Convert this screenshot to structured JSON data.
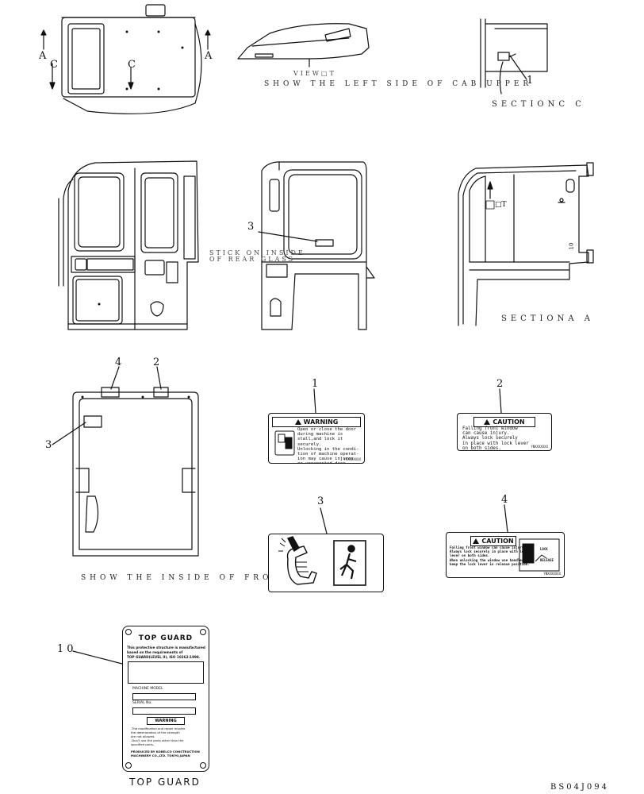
{
  "view_top": {
    "marker_a_left": "A",
    "marker_a_right": "A",
    "marker_c_left": "C",
    "marker_c_right": "C"
  },
  "view_side": {
    "caption_1": "VIEW□T",
    "caption_2": "SHOW THE LEFT SIDE OF CAB UPPER"
  },
  "section_c": {
    "callout": "1",
    "caption": "SECTIONC C"
  },
  "rear_view": {
    "callout": "3",
    "note_1": "STICK ON INSIDE",
    "note_2": "OF REAR GLASS"
  },
  "section_a": {
    "marker": "□T",
    "caption": "SECTIONA A",
    "part_mark": "10"
  },
  "front_window": {
    "callout_4": "4",
    "callout_2": "2",
    "callout_3": "3",
    "caption": "SHOW THE INSIDE OF FRONT WINDOW"
  },
  "decal_1": {
    "callout": "1",
    "header": "WARNING",
    "body": "Open or close the door\nduring machine is\nstall,and lock it\nsecurely.\nUnlocking in the condi-\ntion of machine operat-\nion may cause injures\nor unexpected door\nmovement.",
    "part_no": "Y9XXXXXXX"
  },
  "decal_2": {
    "callout": "2",
    "header": "CAUTION",
    "body": "Falling front window\ncan cause injury.\nAlways lock securely\nin place with lock lever\non both sides.",
    "part_no": "YNXXXXXXX"
  },
  "decal_3": {
    "callout": "3"
  },
  "decal_4": {
    "callout": "4",
    "header": "CAUTION",
    "body": "Falling front window can cause injury.\nAlways lock securely in place with lock\nlever on both sides.\nWhen unlocking the window use handles and\nkeep the lock lever in release position.",
    "lock_label": "LOCK",
    "release_label": "RELEASE",
    "part_no": "YNXXXXXXX"
  },
  "top_guard_plate": {
    "callout": "10",
    "title": "TOP GUARD",
    "cert_1": "This protective structure is manufactured",
    "cert_2": "based on the requirements of",
    "cert_3": "TOP GUARD(LEVEL II), ISO 10262:1998.",
    "model_label": "MACHINE MODEL",
    "serial_label": "SERIAL No.",
    "warn_header": "WARNING",
    "warn_1": "-The modification and repair involve",
    "warn_2": " the deterioration of the strength",
    "warn_3": " are not allowed.",
    "warn_4": "-Don't use the parts other than the",
    "warn_5": " specified parts.",
    "maker_1": "PRODUCED BY KOBELCO CONSTRUCTION",
    "maker_2": "MACHINERY CO.,LTD. TOKYO,JAPAN",
    "caption": "TOP GUARD"
  },
  "drawing_id": "BS04J094"
}
